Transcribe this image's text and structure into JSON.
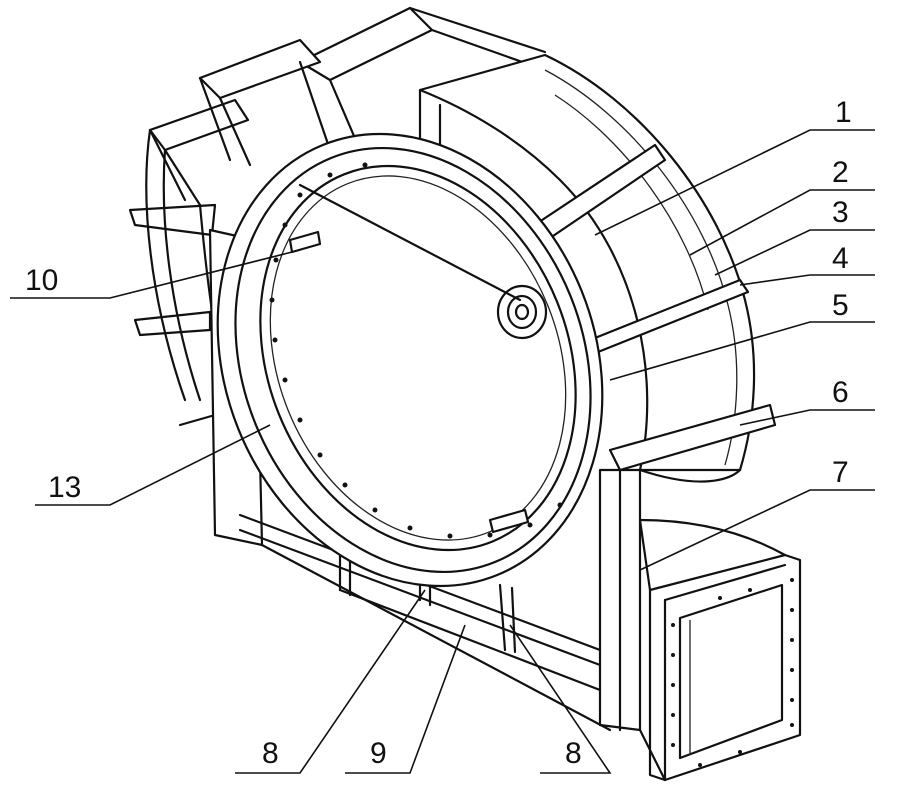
{
  "labels": [
    {
      "id": "1",
      "text": "1"
    },
    {
      "id": "2",
      "text": "2"
    },
    {
      "id": "3",
      "text": "3"
    },
    {
      "id": "4",
      "text": "4"
    },
    {
      "id": "5",
      "text": "5"
    },
    {
      "id": "6",
      "text": "6"
    },
    {
      "id": "7",
      "text": "7"
    },
    {
      "id": "8a",
      "text": "8"
    },
    {
      "id": "9",
      "text": "9"
    },
    {
      "id": "8b",
      "text": "8"
    },
    {
      "id": "10",
      "text": "10"
    },
    {
      "id": "13",
      "text": "13"
    }
  ],
  "colors": {
    "line": "#111111",
    "background": "#ffffff"
  }
}
